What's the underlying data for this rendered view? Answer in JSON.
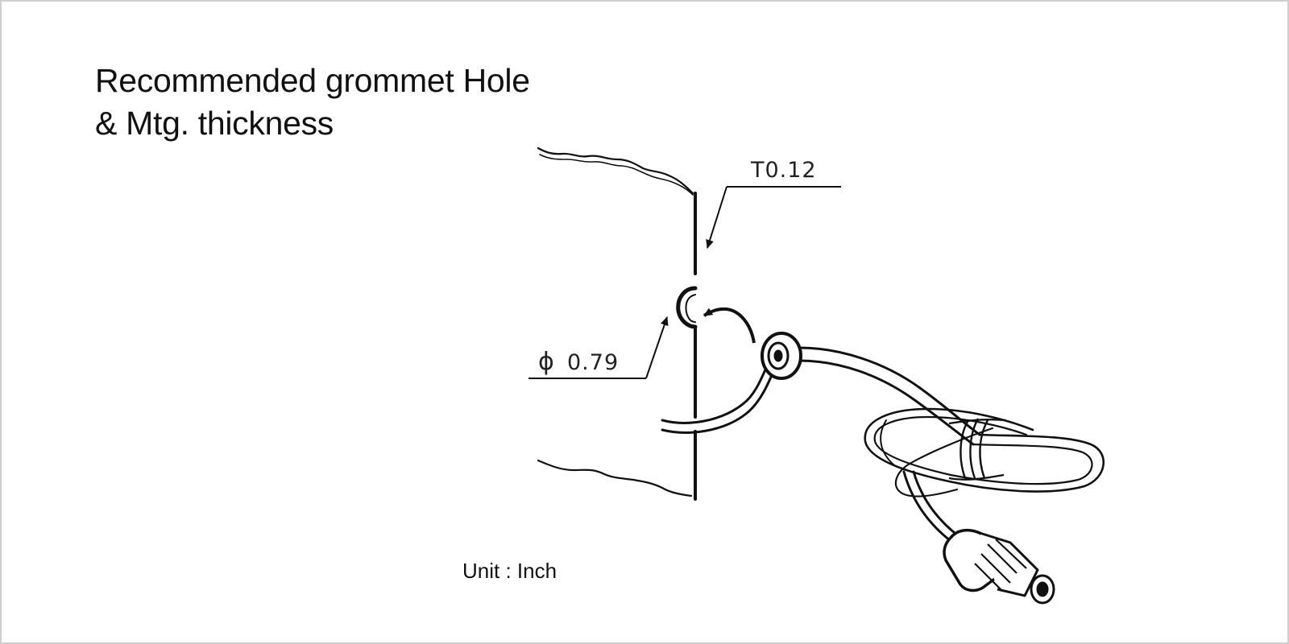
{
  "title": {
    "line1": "Recommended grommet Hole",
    "line2": "& Mtg. thickness"
  },
  "dimensions": {
    "thickness_label": "T0.12",
    "hole_diameter_symbol": "ϕ",
    "hole_diameter_value": "0.79"
  },
  "unit_label": "Unit : Inch",
  "colors": {
    "line": "#111111",
    "text": "#111111",
    "frame": "#cfcfcf"
  }
}
